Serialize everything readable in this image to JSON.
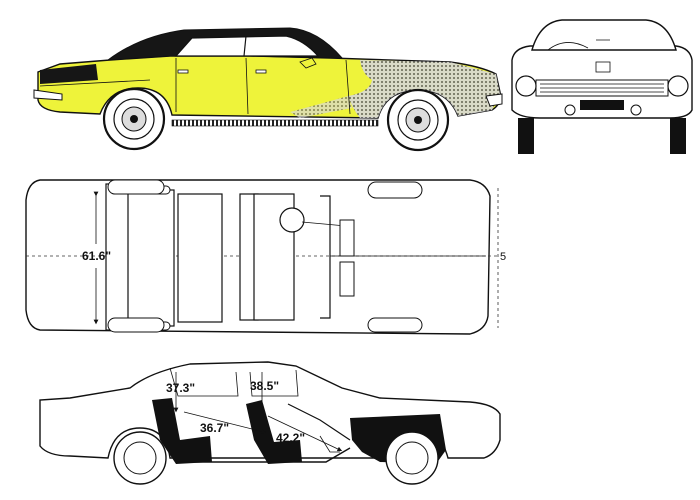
{
  "colors": {
    "body_paint": "#eef33a",
    "roof": "#161616",
    "line": "#111111",
    "shading": "#8a8a8a"
  },
  "views": {
    "side": {
      "name": "side-view-yellow-coupe"
    },
    "front": {
      "name": "front-view"
    },
    "top": {
      "name": "top-view-plan",
      "width_label": "61.6\"",
      "edge_label": "5"
    },
    "interior": {
      "name": "interior-side-view",
      "front_headroom": "37.3\"",
      "rear_headroom": "38.5\"",
      "front_legroom": "36.7\"",
      "rear_legroom": "42.2\""
    }
  }
}
